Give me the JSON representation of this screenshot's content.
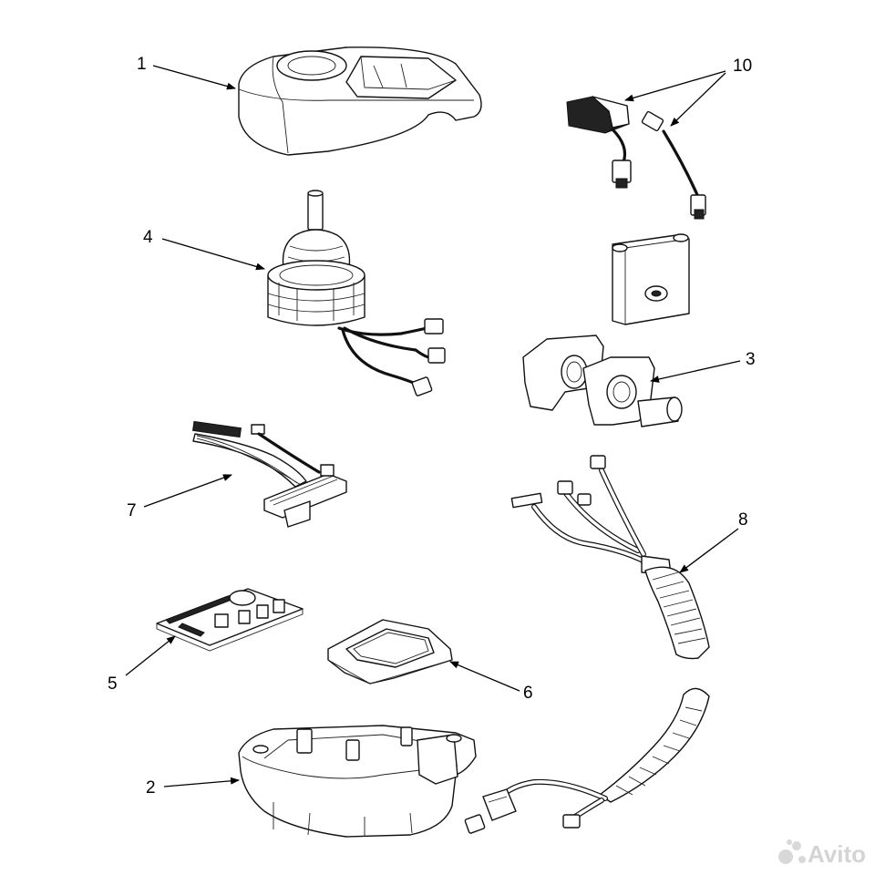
{
  "labels": {
    "l1": "1",
    "l2": "2",
    "l3": "3",
    "l4": "4",
    "l5": "5",
    "l6": "6",
    "l7": "7",
    "l8": "8",
    "l10": "10"
  },
  "watermark": {
    "text": "Avito",
    "icon": "avito-logo-icon"
  }
}
